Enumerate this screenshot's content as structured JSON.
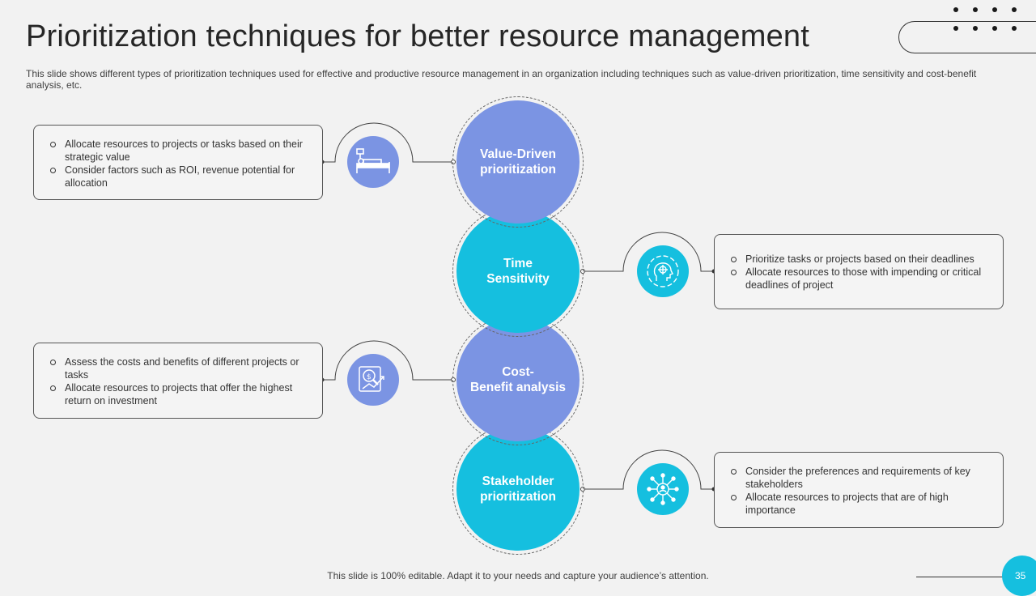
{
  "title": "Prioritization techniques for better resource management",
  "subtitle": "This slide shows different types of prioritization techniques used for effective and productive resource management in an organization including techniques such as value-driven prioritization, time sensitivity and cost-benefit analysis, etc.",
  "techniques": [
    {
      "label_line1": "Value-Driven",
      "label_line2": "prioritization",
      "icon": "hospital-bed-icon",
      "points": [
        "Allocate resources to projects or tasks based on their strategic value",
        "Consider factors such as ROI, revenue potential for allocation"
      ]
    },
    {
      "label_line1": "Time",
      "label_line2": "Sensitivity",
      "icon": "head-target-icon",
      "points": [
        "Prioritize tasks or projects based on their deadlines",
        "Allocate resources to those with impending or critical deadlines of project"
      ]
    },
    {
      "label_line1": "Cost-",
      "label_line2": "Benefit analysis",
      "icon": "cost-analysis-icon",
      "points": [
        "Assess the costs and benefits of different projects or tasks",
        "Allocate resources to projects that offer the highest return on investment"
      ]
    },
    {
      "label_line1": "Stakeholder",
      "label_line2": "prioritization",
      "icon": "stakeholder-network-icon",
      "points": [
        "Consider the preferences and requirements of key stakeholders",
        "Allocate resources to projects that are of high importance"
      ]
    }
  ],
  "colors": {
    "blue": "#7b94e3",
    "cyan": "#15bfdf"
  },
  "footer": "This slide is 100% editable. Adapt it to your needs and capture your audience’s attention.",
  "page_number": "35"
}
